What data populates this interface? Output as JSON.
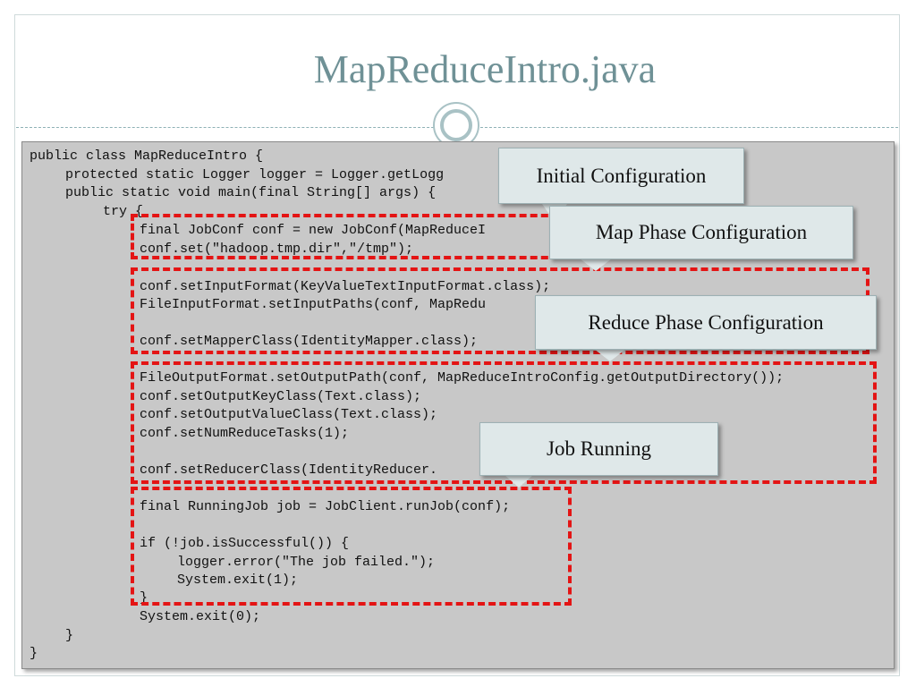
{
  "slide": {
    "title": "MapReduceIntro.java"
  },
  "code": {
    "lines": [
      "public class MapReduceIntro {",
      "protected static Logger logger = Logger.getLogg",
      "public static void main(final String[] args) {",
      "try {",
      "final JobConf conf = new JobConf(MapReduceI",
      "conf.set(\"hadoop.tmp.dir\",\"/tmp\");",
      "conf.setInputFormat(KeyValueTextInputFormat.class);",
      "FileInputFormat.setInputPaths(conf, MapRedu",
      "conf.setMapperClass(IdentityMapper.class);",
      "FileOutputFormat.setOutputPath(conf, MapReduceIntroConfig.getOutputDirectory());",
      "conf.setOutputKeyClass(Text.class);",
      "conf.setOutputValueClass(Text.class);",
      "conf.setNumReduceTasks(1);",
      "conf.setReducerClass(IdentityReducer.",
      "final RunningJob job = JobClient.runJob(conf);",
      "if (!job.isSuccessful()) {",
      "logger.error(\"The job failed.\");",
      "System.exit(1);",
      "}",
      "System.exit(0);",
      "}",
      "}"
    ]
  },
  "callouts": {
    "initial": "Initial Configuration",
    "map": "Map Phase Configuration",
    "reduce": "Reduce Phase Configuration",
    "job": "Job Running"
  },
  "colors": {
    "title": "#6f9196",
    "highlight_box": "#e41414",
    "code_background": "#c8c8c8",
    "callout_background": "#dfe8e9"
  }
}
